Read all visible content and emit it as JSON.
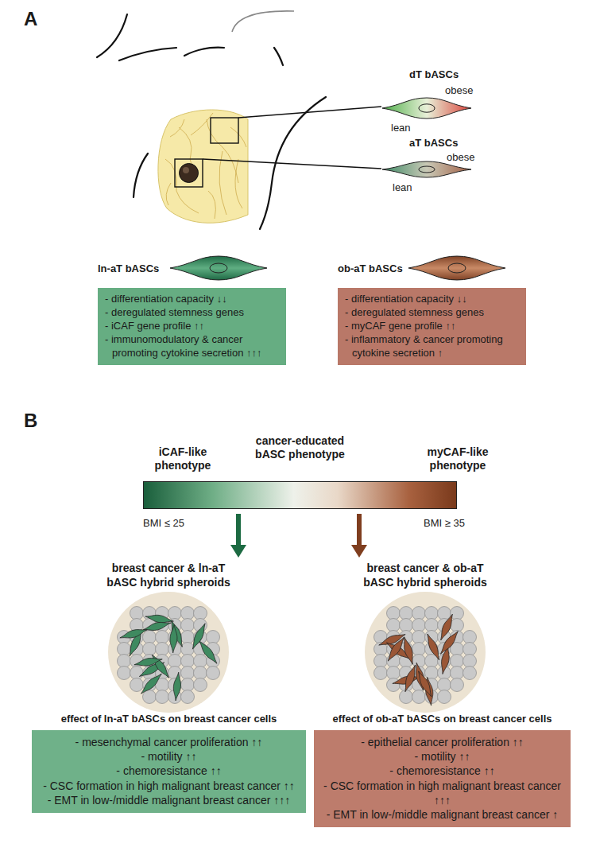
{
  "diagram": {
    "nodes": [
      {
        "text": [
          "ln-aT bASCs",
          "- differentiation capacity ↓↓",
          "- deregulated stemness genes",
          "- iCAF gene profile ↑↑",
          "- immunomodulatory & cancer promoting cytokine secretion ↑↑↑"
        ]
      },
      {
        "text": [
          "ob-aT bASCs",
          "- differentiation capacity ↓↓",
          "- deregulated stemness genes",
          "- myCAF gene profile ↑↑",
          "- inflammatory & cancer promoting cytokine secretion ↑"
        ]
      },
      {
        "text": [
          "cancer-educated bASC phenotype"
        ]
      },
      {
        "text": [
          "breast cancer & ln-aT bASC hybrid spheroids"
        ]
      },
      {
        "text": [
          "breast cancer & ob-aT bASC hybrid spheroids"
        ]
      },
      {
        "text": [
          "effect of ln-aT bASCs on breast cancer cells",
          "- mesenchymal cancer proliferation ↑↑",
          "- motility ↑↑",
          "- chemoresistance  ↑↑",
          "- CSC formation in high malignant breast cancer ↑↑",
          "- EMT in low-/middle malignant breast cancer ↑↑↑"
        ]
      },
      {
        "text": [
          "effect of ob-aT bASCs on breast cancer cells",
          "- epithelial cancer proliferation ↑↑",
          "- motility ↑↑",
          "- chemoresistance ↑↑",
          "- CSC formation in high malignant breast cancer ↑↑↑",
          "- EMT in low-/middle malignant breast cancer ↑"
        ]
      }
    ],
    "edges": [
      {
        "from": 2,
        "to": 3,
        "arrow": "to"
      },
      {
        "from": 2,
        "to": 4,
        "arrow": "to"
      }
    ],
    "labels": [
      "A",
      "dT bASCs",
      "obese",
      "lean",
      "aT bASCs",
      "obese",
      "lean",
      "B",
      "iCAF-like phenotype",
      "myCAF-like phenotype",
      "BMI ≤ 25",
      "BMI ≥ 35"
    ]
  }
}
